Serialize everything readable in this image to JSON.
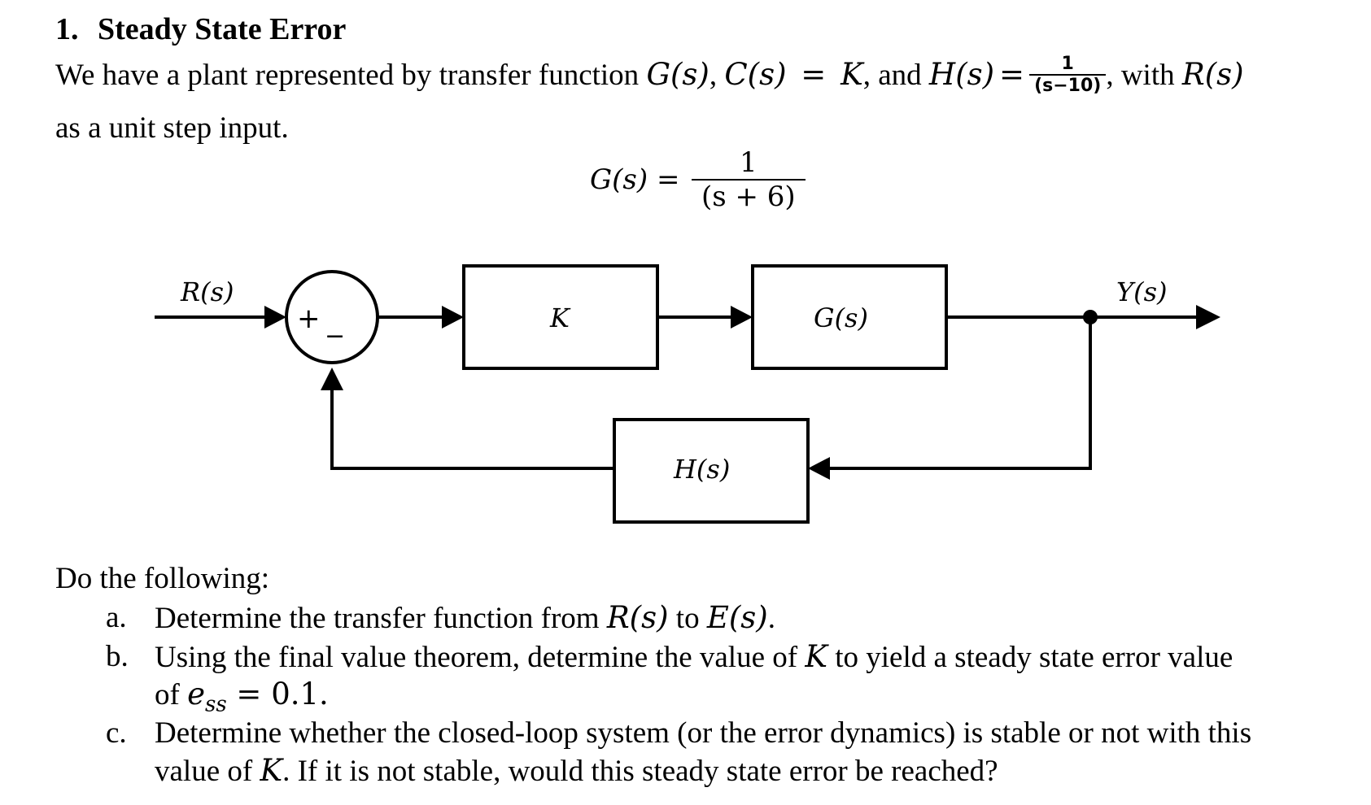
{
  "section": {
    "number": "1.",
    "title": "Steady State Error"
  },
  "intro": {
    "p1": "We have a plant represented by transfer function ",
    "G": "G",
    "s_arg": "(s)",
    "comma": ", ",
    "C": "C",
    "eq": " = ",
    "K": "K",
    "and": ", and ",
    "H": "H",
    "h_num": "1",
    "h_den": "(s−10)",
    "with": ", with ",
    "R": "R",
    "line2": "as a unit step input."
  },
  "plant_eq": {
    "lhs": "G(s) =",
    "num": "1",
    "den": "(s + 6)"
  },
  "diagram": {
    "input_label": "R(s)",
    "output_label": "Y(s)",
    "plus_sign": "+",
    "minus_sign": "−",
    "block_controller": "K",
    "block_plant": "G(s)",
    "block_feedback": "H(s)"
  },
  "tasks": {
    "intro": "Do the following:",
    "items": [
      {
        "marker": "a.",
        "line1_pre": "Determine the transfer function from ",
        "r": "R(s)",
        "mid": " to ",
        "e": "E(s)",
        "end": "."
      },
      {
        "marker": "b.",
        "line1_pre": "Using the final value theorem, determine the value of ",
        "k": "K",
        "line1_post": " to yield a steady state error value",
        "line2_pre": "of ",
        "ess": "e",
        "ess_sub": "ss",
        "line2_post": " = 0.1."
      },
      {
        "marker": "c.",
        "line1": "Determine whether the closed-loop system (or the error dynamics) is stable or not with this",
        "line2_pre": "value of ",
        "k": "K",
        "line2_post": ". If it is not stable, would this steady state error be reached?"
      }
    ]
  }
}
